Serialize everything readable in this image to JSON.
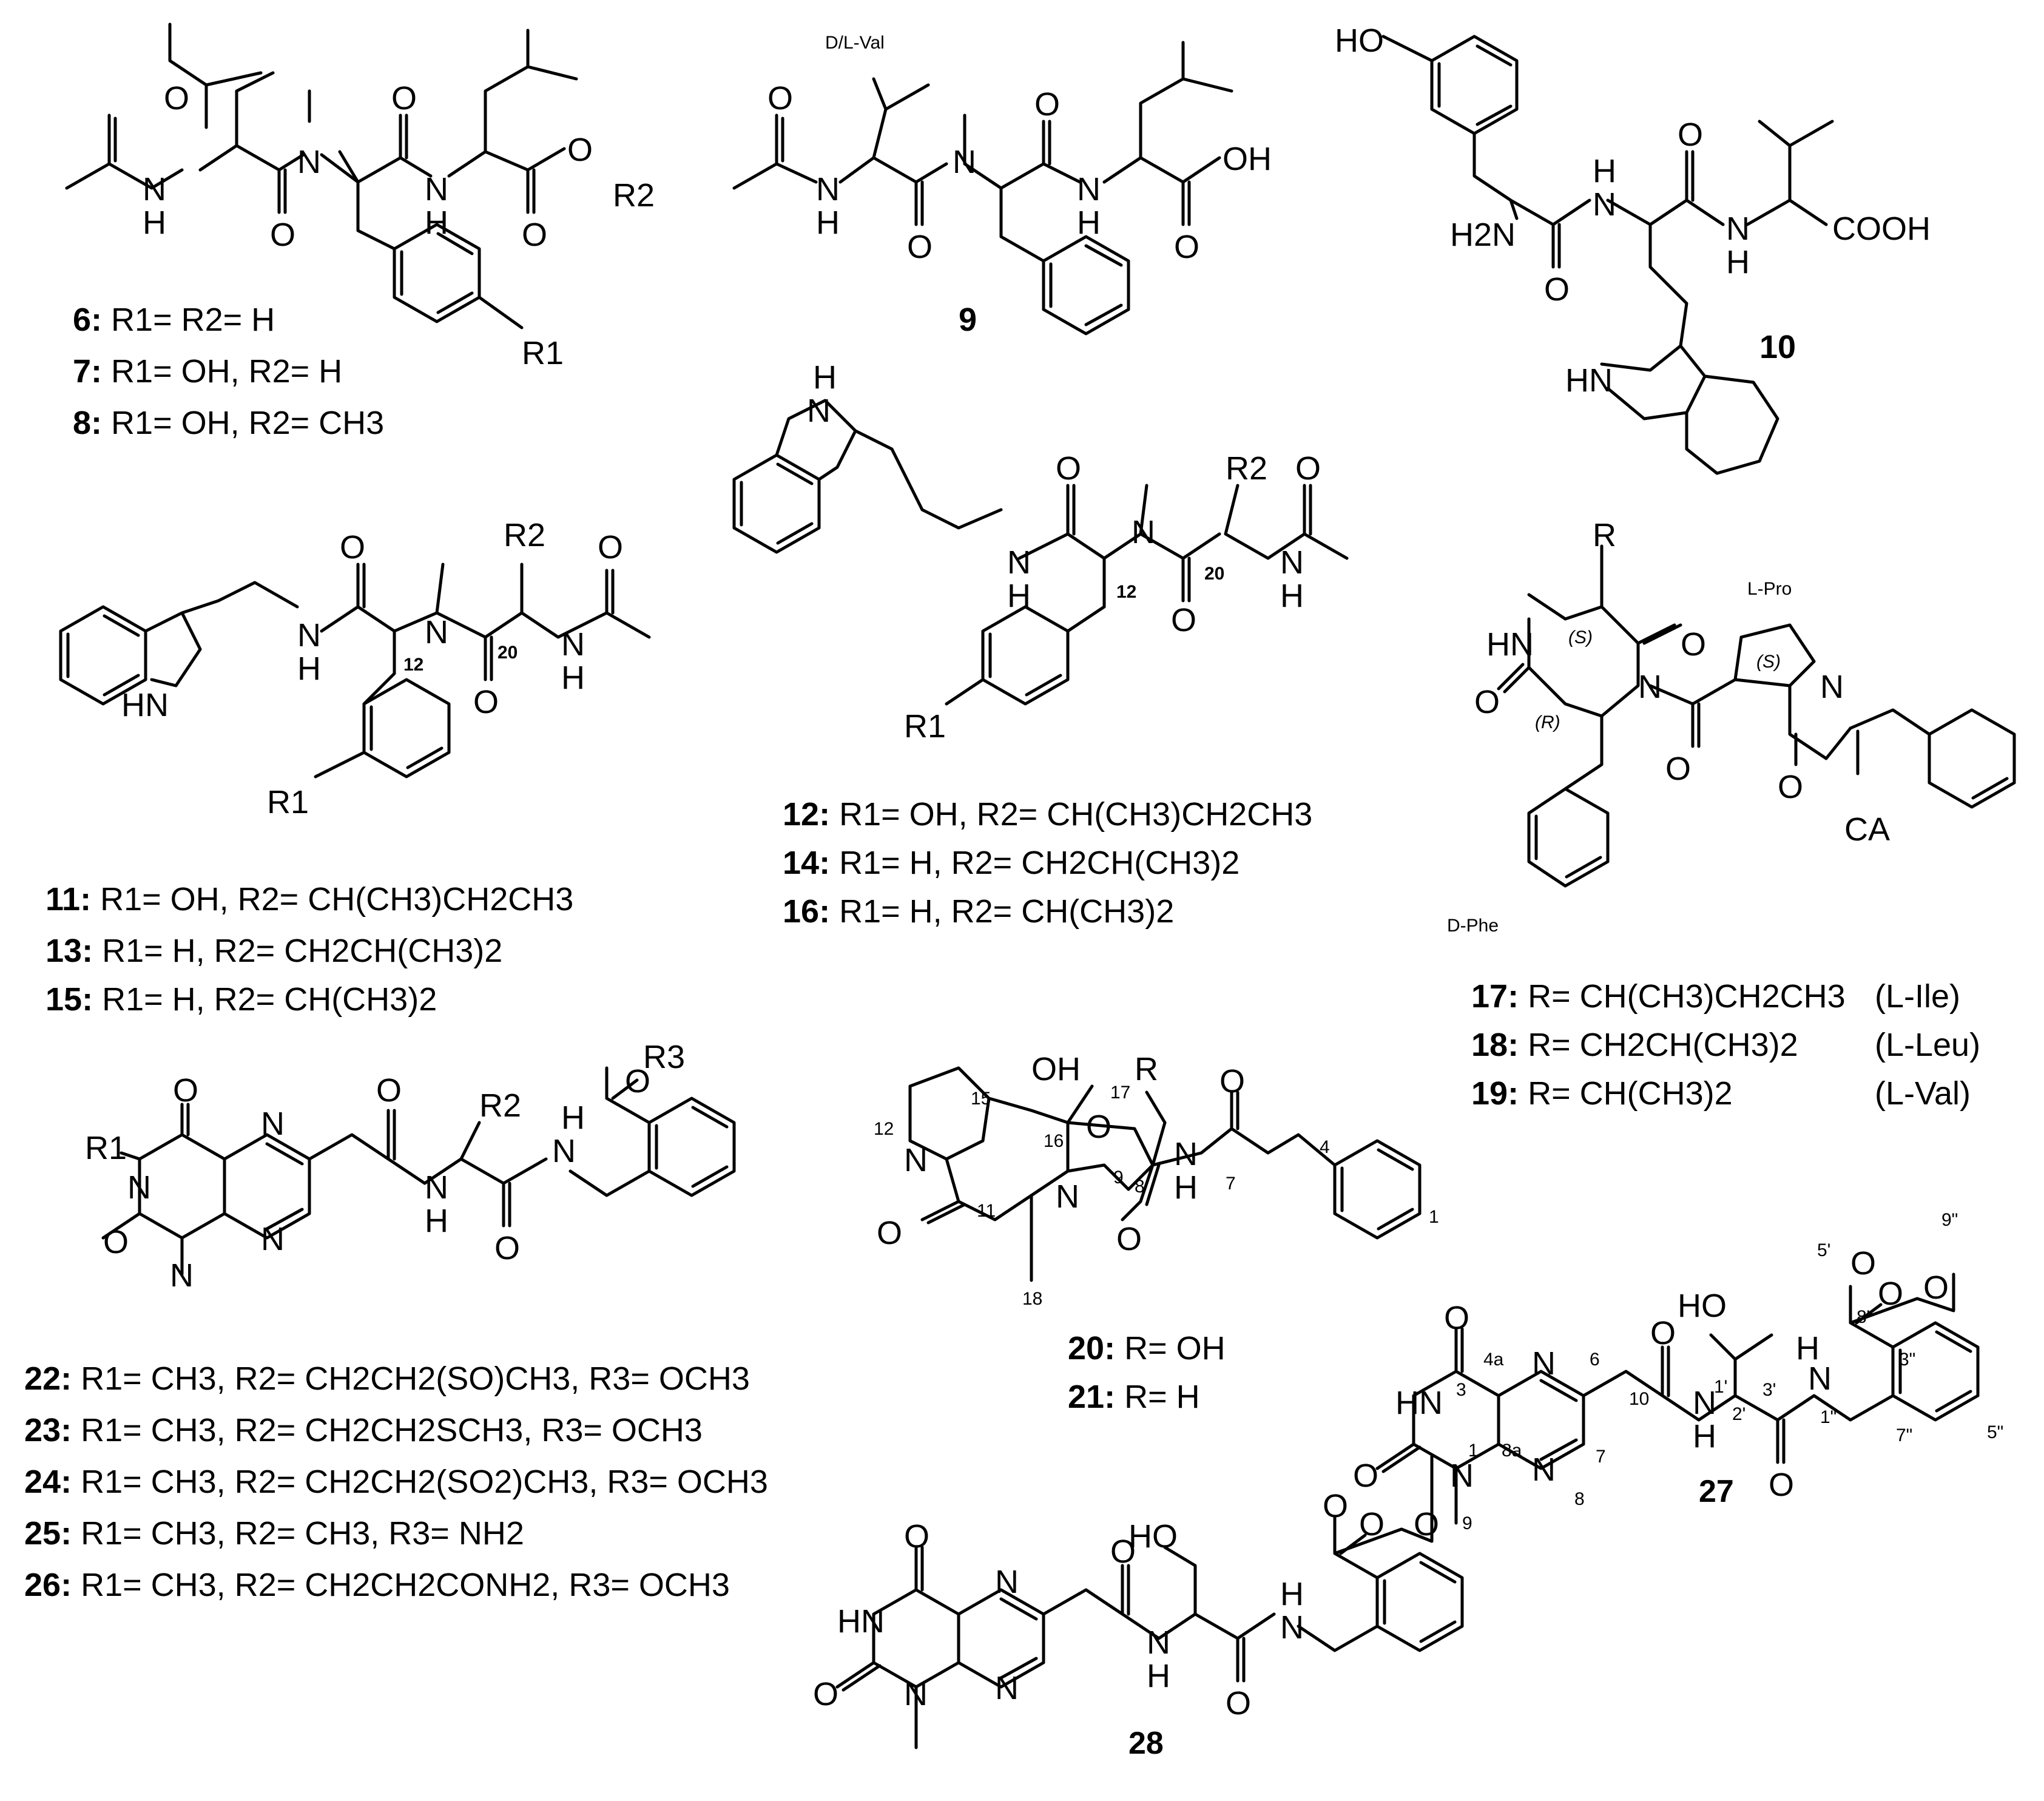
{
  "compounds": {
    "c6_8": {
      "atoms": [
        "O",
        "N",
        "H",
        "O",
        "N",
        "O",
        "N",
        "H",
        "O",
        "O",
        "R2",
        "R1"
      ],
      "legend": [
        {
          "id": "6",
          "rest": " R1= R2= H"
        },
        {
          "id": "7",
          "rest": " R1= OH, R2= H"
        },
        {
          "id": "8",
          "rest": " R1= OH, R2= CH3"
        }
      ]
    },
    "c9": {
      "config": "D/L-Val",
      "atoms": [
        "O",
        "N",
        "H",
        "O",
        "N",
        "O",
        "N",
        "H",
        "O",
        "OH"
      ],
      "id": "9"
    },
    "c10": {
      "atoms": [
        "HO",
        "H2N",
        "O",
        "N",
        "H",
        "O",
        "N",
        "H",
        "COOH",
        "HN"
      ],
      "id": "10"
    },
    "c11_15": {
      "atoms": [
        "O",
        "N",
        "H",
        "N",
        "O",
        "R2",
        "N",
        "H",
        "O",
        "HN",
        "R1"
      ],
      "numbers": [
        "12",
        "20"
      ],
      "legend": [
        {
          "id": "11",
          "rest": " R1= OH, R2= CH(CH3)CH2CH3"
        },
        {
          "id": "13",
          "rest": " R1= H, R2= CH2CH(CH3)2"
        },
        {
          "id": "15",
          "rest": " R1= H, R2= CH(CH3)2"
        }
      ]
    },
    "c12_16": {
      "atoms": [
        "H",
        "N",
        "O",
        "N",
        "H",
        "N",
        "O",
        "R2",
        "N",
        "H",
        "O",
        "R1"
      ],
      "numbers": [
        "12",
        "20"
      ],
      "legend": [
        {
          "id": "12",
          "rest": "   R1= OH, R2= CH(CH3)CH2CH3"
        },
        {
          "id": "14",
          "rest": " R1= H, R2= CH2CH(CH3)2"
        },
        {
          "id": "16",
          "rest": " R1= H, R2= CH(CH3)2"
        }
      ]
    },
    "c17_19": {
      "atoms": [
        "R",
        "HN",
        "O",
        "N",
        "O",
        "O",
        "N",
        "O"
      ],
      "stereo": [
        "(S)",
        "(R)",
        "(S)"
      ],
      "residues": [
        "L-Pro",
        "CA",
        "D-Phe"
      ],
      "legend": [
        {
          "id": "17",
          "rest": " R= CH(CH3)CH2CH3",
          "tag": "(L-Ile)"
        },
        {
          "id": "18",
          "rest": " R= CH2CH(CH3)2",
          "tag": "(L-Leu)"
        },
        {
          "id": "19",
          "rest": " R= CH(CH3)2",
          "tag": "(L-Val)"
        }
      ]
    },
    "c20_21": {
      "atoms": [
        "OH",
        "R",
        "O",
        "O",
        "N",
        "N",
        "O",
        "O",
        "N",
        "H"
      ],
      "numbers": [
        "12",
        "15",
        "16",
        "17",
        "9",
        "8",
        "7",
        "11",
        "18",
        "4",
        "1"
      ],
      "legend": [
        {
          "id": "20",
          "rest": " R= OH"
        },
        {
          "id": "21",
          "rest": " R= H"
        }
      ]
    },
    "c22_26": {
      "atoms": [
        "R1",
        "O",
        "N",
        "N",
        "N",
        "O",
        "N",
        "R2",
        "N",
        "H",
        "O",
        "H",
        "N",
        "O",
        "O",
        "R3"
      ],
      "legend": [
        {
          "id": "22",
          "rest": " R1= CH3, R2= CH2CH2(SO)CH3, R3= OCH3"
        },
        {
          "id": "23",
          "rest": " R1= CH3, R2= CH2CH2SCH3, R3= OCH3"
        },
        {
          "id": "24",
          "rest": " R1= CH3, R2= CH2CH2(SO2)CH3, R3= OCH3"
        },
        {
          "id": "25",
          "rest": " R1= CH3, R2= CH3, R3= NH2"
        },
        {
          "id": "26",
          "rest": " R1= CH3, R2= CH2CH2CONH2, R3= OCH3"
        }
      ]
    },
    "c27": {
      "atoms": [
        "O",
        "HN",
        "O",
        "N",
        "N",
        "N",
        "O",
        "N",
        "H",
        "HO",
        "O",
        "N",
        "H",
        "O",
        "O",
        "O"
      ],
      "numbers": [
        "3",
        "4a",
        "6",
        "10",
        "1'",
        "2'",
        "3'",
        "1\"",
        "1",
        "8a",
        "7",
        "8",
        "9",
        "5'",
        "9\"",
        "8\"",
        "3\"",
        "7\"",
        "5\""
      ],
      "id": "27"
    },
    "c28": {
      "atoms": [
        "O",
        "HN",
        "O",
        "N",
        "N",
        "N",
        "O",
        "N",
        "H",
        "HO",
        "O",
        "N",
        "H",
        "O",
        "O",
        "O"
      ],
      "id": "28"
    }
  }
}
